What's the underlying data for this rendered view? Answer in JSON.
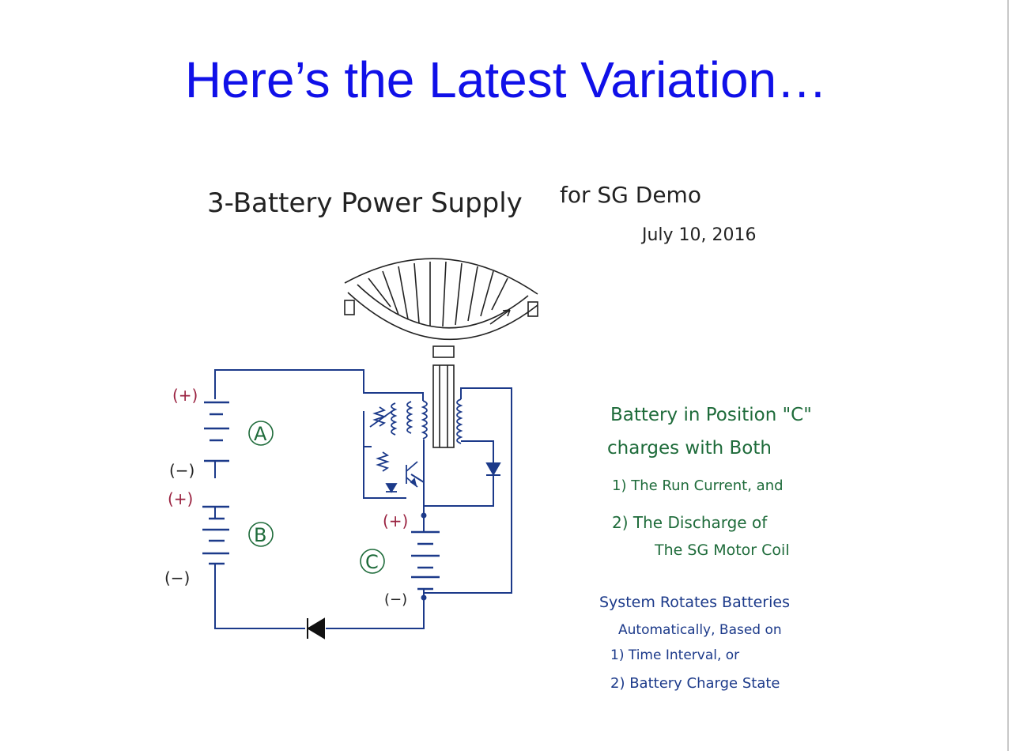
{
  "slide": {
    "title": "Here’s the Latest Variation…"
  },
  "drawing": {
    "heading": "3-Battery Power Supply",
    "for_label": "for SG Demo",
    "date": "July 10, 2016",
    "labels": {
      "battery_a": "A",
      "battery_b": "B",
      "battery_c": "C",
      "a_plus": "(+)",
      "a_minus": "(−)",
      "b_plus": "(+)",
      "b_minus": "(−)",
      "c_plus": "(+)",
      "c_minus": "(−)"
    },
    "notes": {
      "charge_title_1": "Battery in Position \"C\"",
      "charge_title_2": "charges with Both",
      "charge_item_1": "1) The Run Current, and",
      "charge_item_2a": "2) The Discharge of",
      "charge_item_2b": "The SG Motor Coil",
      "rotate_1": "System Rotates Batteries",
      "rotate_2": "Automatically, Based on",
      "rotate_3": "1) Time Interval, or",
      "rotate_4": "2) Battery Charge State"
    }
  },
  "colors": {
    "title": "#1010e8",
    "wire": "#1c3a8a",
    "ink": "#222222",
    "plus_red": "#9a2240",
    "note_green": "#1e6b3a"
  }
}
